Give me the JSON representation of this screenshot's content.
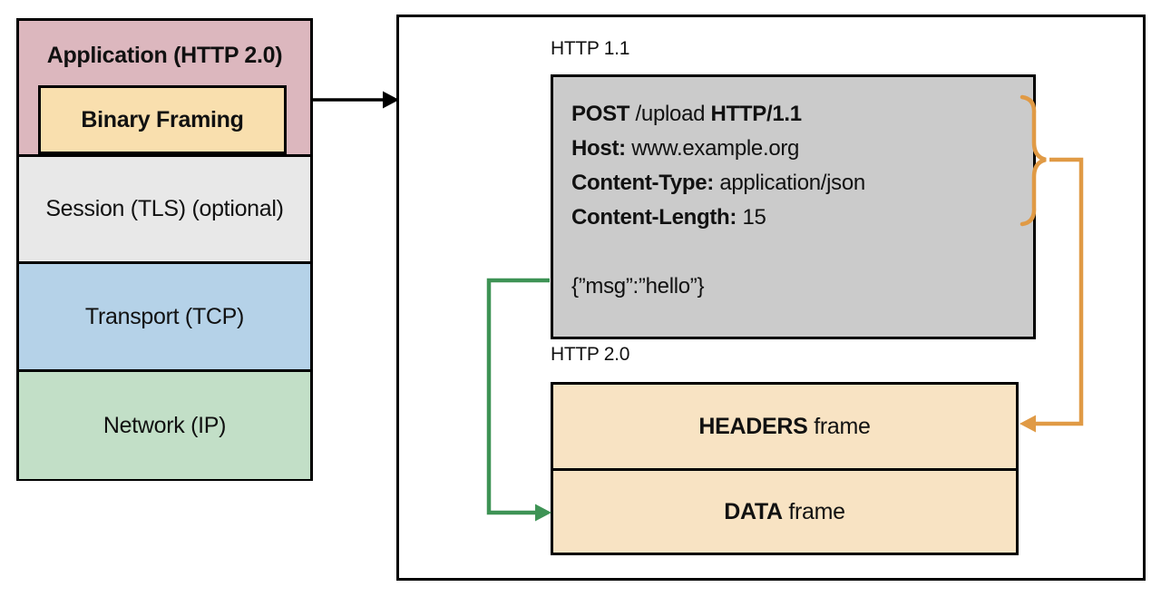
{
  "stack": {
    "application_label": "Application (HTTP 2.0)",
    "binary_framing_label": "Binary Framing",
    "session_label": "Session (TLS) (optional)",
    "transport_label": "Transport (TCP)",
    "network_label": "Network (IP)"
  },
  "right_panel": {
    "http11_label": "HTTP 1.1",
    "http20_label": "HTTP 2.0",
    "request": {
      "method": "POST",
      "path": " /upload ",
      "version": "HTTP/1.1",
      "host_key": "Host:",
      "host_value": " www.example.org",
      "content_type_key": "Content-Type:",
      "content_type_value": " application/json",
      "content_length_key": "Content-Length:",
      "content_length_value": " 15",
      "body": "{”msg”:”hello”}"
    },
    "frames": {
      "headers_name": "HEADERS",
      "headers_suffix": " frame",
      "data_name": "DATA",
      "data_suffix": " frame"
    }
  },
  "colors": {
    "application_fill": "#dcb7be",
    "binary_framing_fill": "#f9dfae",
    "session_fill": "#e8e8e8",
    "transport_fill": "#b5d2e8",
    "network_fill": "#c2dfc7",
    "request_fill": "#cbcbcb",
    "frame_fill": "#f8e3c3",
    "headers_arrow": "#e09a45",
    "data_arrow": "#3e9355",
    "stack_arrow": "#000000"
  }
}
